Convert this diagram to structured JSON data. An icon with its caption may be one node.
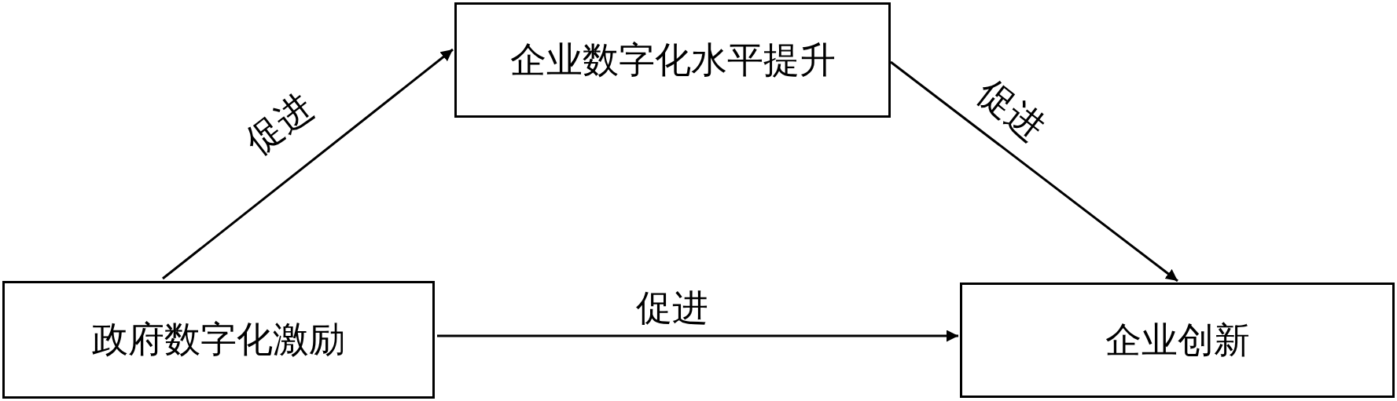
{
  "diagram": {
    "nodes": [
      {
        "text": [
          "政府数字化激励"
        ]
      },
      {
        "text": [
          "企业数字化水平提升"
        ]
      },
      {
        "text": [
          "企业创新"
        ]
      }
    ],
    "edges": [
      {
        "from": 0,
        "to": 1,
        "arrow": "to",
        "label": "促进"
      },
      {
        "from": 1,
        "to": 2,
        "arrow": "to",
        "label": "促进"
      },
      {
        "from": 0,
        "to": 2,
        "arrow": "to",
        "label": "促进"
      }
    ]
  }
}
